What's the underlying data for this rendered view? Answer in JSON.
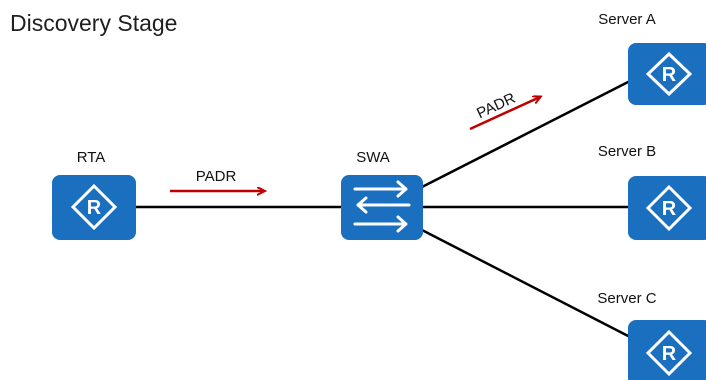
{
  "title": "Discovery Stage",
  "nodes": {
    "rta": {
      "label": "RTA",
      "type": "router"
    },
    "swa": {
      "label": "SWA",
      "type": "switch"
    },
    "server_a": {
      "label": "Server A",
      "type": "router"
    },
    "server_b": {
      "label": "Server B",
      "type": "router"
    },
    "server_c": {
      "label": "Server C",
      "type": "router"
    }
  },
  "links": [
    {
      "from": "rta",
      "to": "swa"
    },
    {
      "from": "swa",
      "to": "server_a"
    },
    {
      "from": "swa",
      "to": "server_b"
    },
    {
      "from": "swa",
      "to": "server_c"
    }
  ],
  "messages": [
    {
      "label": "PADR",
      "from": "rta",
      "to": "swa"
    },
    {
      "label": "PADR",
      "from": "swa",
      "to": "server_a"
    }
  ],
  "colors": {
    "device": "#1a6fbf",
    "link": "#000000",
    "message_arrow": "#c00000"
  }
}
